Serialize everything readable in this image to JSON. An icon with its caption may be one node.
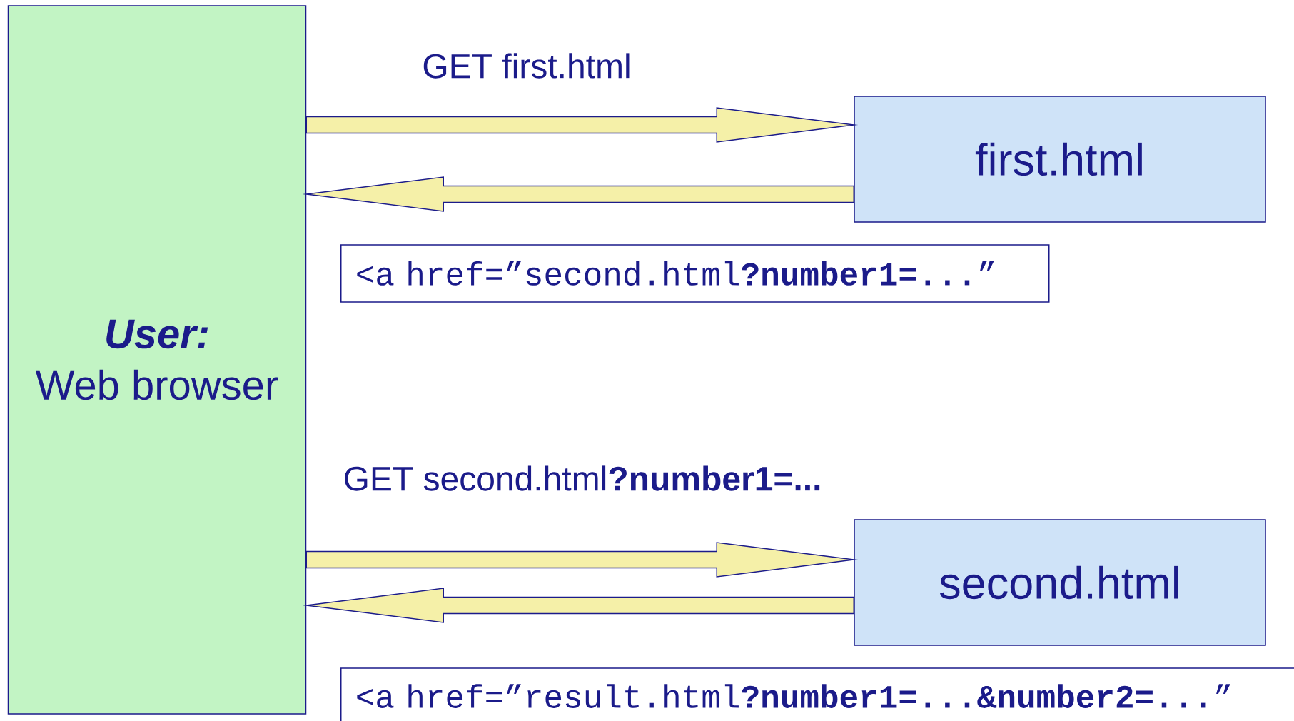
{
  "diagram": {
    "nodes": [
      {
        "text": [
          "User:",
          "Web browser"
        ]
      },
      {
        "text": [
          "first.html"
        ]
      },
      {
        "text": [
          "second.html"
        ]
      },
      {
        "text": [
          "<a href=”second.html**?number1=...**”"
        ]
      },
      {
        "text": [
          "<a href=”result.html**?number1=...&number2=...**”"
        ]
      }
    ],
    "edges": [
      {
        "from": 0,
        "to": 1,
        "arrow": "to",
        "label": "GET first.html"
      },
      {
        "from": 1,
        "to": 0,
        "arrow": "to"
      },
      {
        "from": 0,
        "to": 2,
        "arrow": "to",
        "label": "GET second.html**?number1=...**"
      },
      {
        "from": 2,
        "to": 0,
        "arrow": "to"
      }
    ]
  }
}
